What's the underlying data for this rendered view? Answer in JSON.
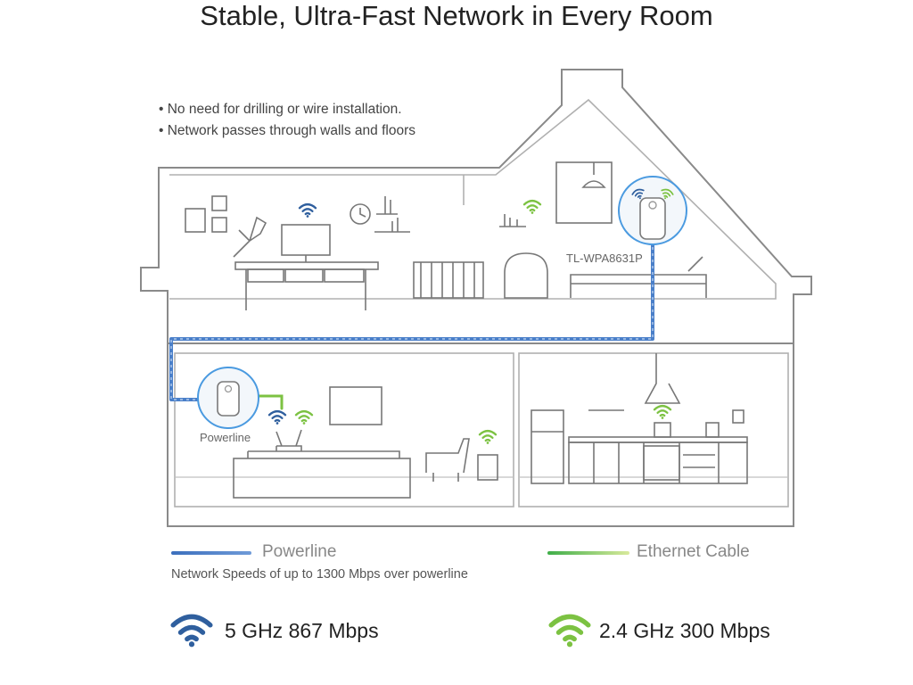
{
  "title": "Stable, Ultra-Fast Network in Every Room",
  "bullets": [
    "• No need for drilling or wire installation.",
    "• Network passes through walls and floors"
  ],
  "devices": {
    "extender_label": "TL-WPA8631P",
    "adapter_label": "Powerline"
  },
  "legend": {
    "powerline_label": "Powerline",
    "ethernet_label": "Ethernet Cable",
    "speed_note": "Network Speeds of up to 1300 Mbps over powerline"
  },
  "bands": {
    "band_5_label": "5 GHz  867 Mbps",
    "band_24_label": "2.4 GHz  300 Mbps"
  },
  "colors": {
    "powerline": "#4a7fc9",
    "ethernet": "#7cc242",
    "wifi_5ghz": "#2f5f9e",
    "wifi_24ghz": "#7cc242",
    "outline": "#8a8a8a"
  },
  "icons": {
    "wifi_5": "wifi-blue-icon",
    "wifi_24": "wifi-green-icon"
  }
}
